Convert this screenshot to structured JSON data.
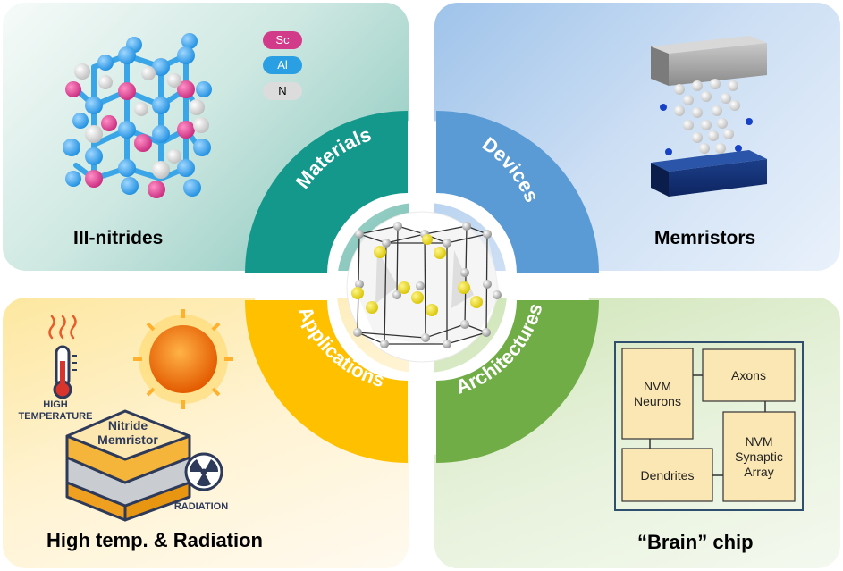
{
  "panels": {
    "materials": {
      "label": "III-nitrides"
    },
    "devices": {
      "label": "Memristors"
    },
    "applications": {
      "label": "High temp. & Radiation"
    },
    "architectures": {
      "label": "“Brain” chip"
    }
  },
  "legend": [
    {
      "text": "Sc",
      "color": "#d23b8a",
      "text_color": "#ffffff"
    },
    {
      "text": "Al",
      "color": "#2b9fe3",
      "text_color": "#ffffff"
    },
    {
      "text": "N",
      "color": "#dcdcdc",
      "text_color": "#000000"
    }
  ],
  "ring": {
    "materials": "Materials",
    "devices": "Devices",
    "applications": "Applications",
    "architectures": "Architectures"
  },
  "colors": {
    "materials": "#14988b",
    "devices": "#5b9bd5",
    "applications": "#ffc000",
    "architectures": "#70ad47"
  },
  "applications_art": {
    "high_temp": [
      "HIGH",
      "TEMPERATURE"
    ],
    "chip": [
      "Nitride",
      "Memristor"
    ],
    "radiation": "RADIATION"
  },
  "brain_chip": {
    "neurons": [
      "NVM",
      "Neurons"
    ],
    "axons": "Axons",
    "dendrites": "Dendrites",
    "synaptic": [
      "NVM",
      "Synaptic",
      "Array"
    ]
  }
}
